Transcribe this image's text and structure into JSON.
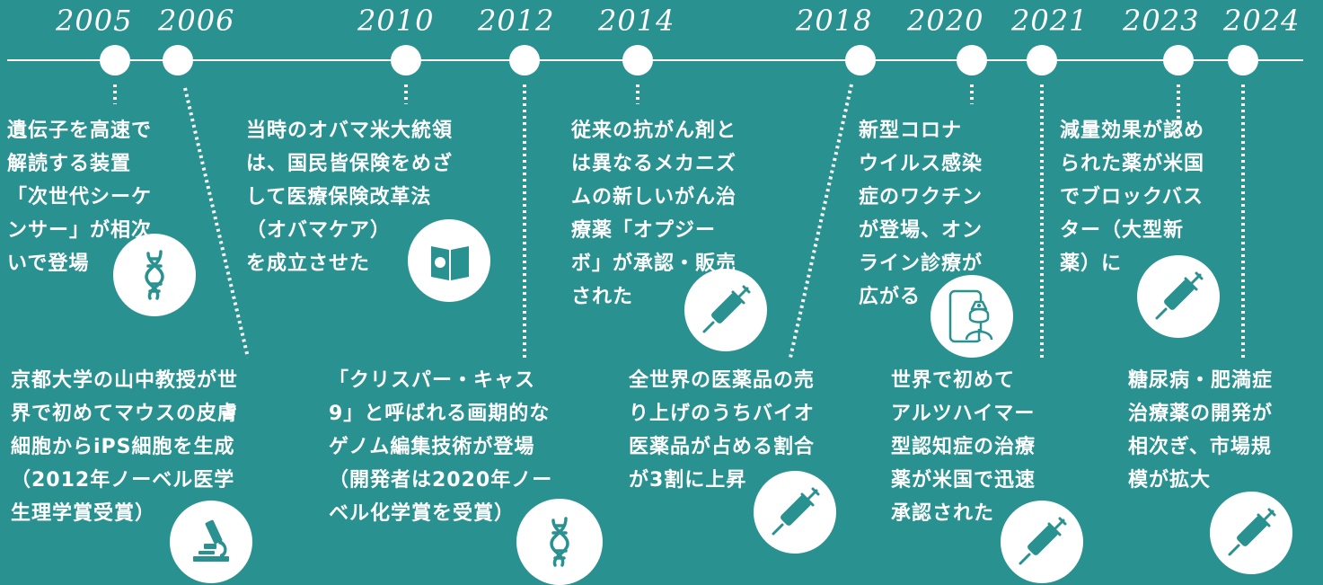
{
  "timeline": {
    "colors": {
      "background": "#2a9191",
      "foreground": "#ffffff",
      "icon": "#2a9191"
    },
    "years": [
      "2005",
      "2006",
      "2010",
      "2012",
      "2014",
      "2018",
      "2020",
      "2021",
      "2023",
      "2024"
    ],
    "events": [
      {
        "year": "2005",
        "lines": [
          "遺伝子を高速で",
          "解読する装置",
          "「次世代シーケ",
          "ンサー」が相次",
          "いで登場"
        ],
        "icon": "dna-icon"
      },
      {
        "year": "2006",
        "lines": [
          "京都大学の山中教授が世",
          "界で初めてマウスの皮膚",
          "細胞からiPS細胞を生成",
          "（2012年ノーベル医学",
          "生理学賞受賞）"
        ],
        "icon": "microscope-icon"
      },
      {
        "year": "2010",
        "lines": [
          "当時のオバマ米大統領",
          "は、国民皆保険をめざ",
          "して医療保険改革法",
          "（オバマケア）",
          "を成立させた"
        ],
        "icon": "book-icon"
      },
      {
        "year": "2012",
        "lines": [
          "「クリスパー・キャス",
          "9」と呼ばれる画期的な",
          "ゲノム編集技術が登場",
          "（開発者は2020年ノー",
          "ベル化学賞を受賞）"
        ],
        "icon": "dna-icon"
      },
      {
        "year": "2014",
        "lines": [
          "従来の抗がん剤と",
          "は異なるメカニズ",
          "ムの新しいがん治",
          "療薬「オプジー",
          "ボ」が承認・販売",
          "された"
        ],
        "icon": "syringe-icon"
      },
      {
        "year": "2018",
        "lines": [
          "全世界の医薬品の売",
          "り上げのうちバイオ",
          "医薬品が占める割合",
          "が3割に上昇"
        ],
        "icon": "syringe-icon"
      },
      {
        "year": "2020",
        "lines": [
          "新型コロナ",
          "ウイルス感染",
          "症のワクチン",
          "が登場、オン",
          "ライン診療が",
          "広がる"
        ],
        "icon": "telemedicine-icon"
      },
      {
        "year": "2021",
        "lines": [
          "世界で初めて",
          "アルツハイマー",
          "型認知症の治療",
          "薬が米国で迅速",
          "承認された"
        ],
        "icon": "syringe-icon"
      },
      {
        "year": "2023",
        "lines": [
          "減量効果が認め",
          "られた薬が米国",
          "でブロックバス",
          "ター（大型新",
          "薬）に"
        ],
        "icon": "syringe-icon"
      },
      {
        "year": "2024",
        "lines": [
          "糖尿病・肥満症",
          "治療薬の開発が",
          "相次ぎ、市場規",
          "模が拡大"
        ],
        "icon": "syringe-icon"
      }
    ]
  }
}
